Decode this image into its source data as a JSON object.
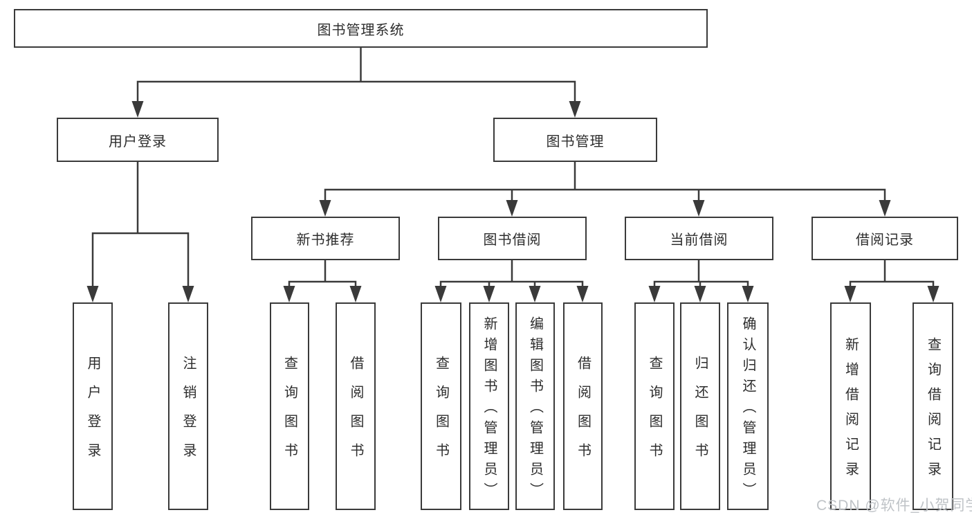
{
  "diagram": {
    "title": "图书管理系统",
    "type": "hierarchy-tree"
  },
  "colors": {
    "line": "#3a3a3a",
    "box_border": "#3a3a3a",
    "box_fill": "#ffffff",
    "text": "#2d2d2d",
    "watermark": "#bfc3c7",
    "background": "#ffffff"
  },
  "nodes": {
    "root": "图书管理系统",
    "user_login": "用户登录",
    "book_mgmt": "图书管理",
    "new_book_rec": "新书推荐",
    "book_borrow": "图书借阅",
    "current_borrow": "当前借阅",
    "borrow_record": "借阅记录",
    "leaf_user_login": "用户登录",
    "leaf_logout": "注销登录",
    "leaf_rec_query": "查询图书",
    "leaf_rec_borrow": "借阅图书",
    "leaf_bb_query": "查询图书",
    "leaf_bb_add": "新增图书（管理员）",
    "leaf_bb_edit": "编辑图书（管理员）",
    "leaf_bb_borrow": "借阅图书",
    "leaf_cb_query": "查询图书",
    "leaf_cb_return": "归还图书",
    "leaf_cb_confirm": "确认归还（管理员）",
    "leaf_br_add": "新增借阅记录",
    "leaf_br_query": "查询借阅记录"
  },
  "watermark": "CSDN @软件_小贺同学"
}
